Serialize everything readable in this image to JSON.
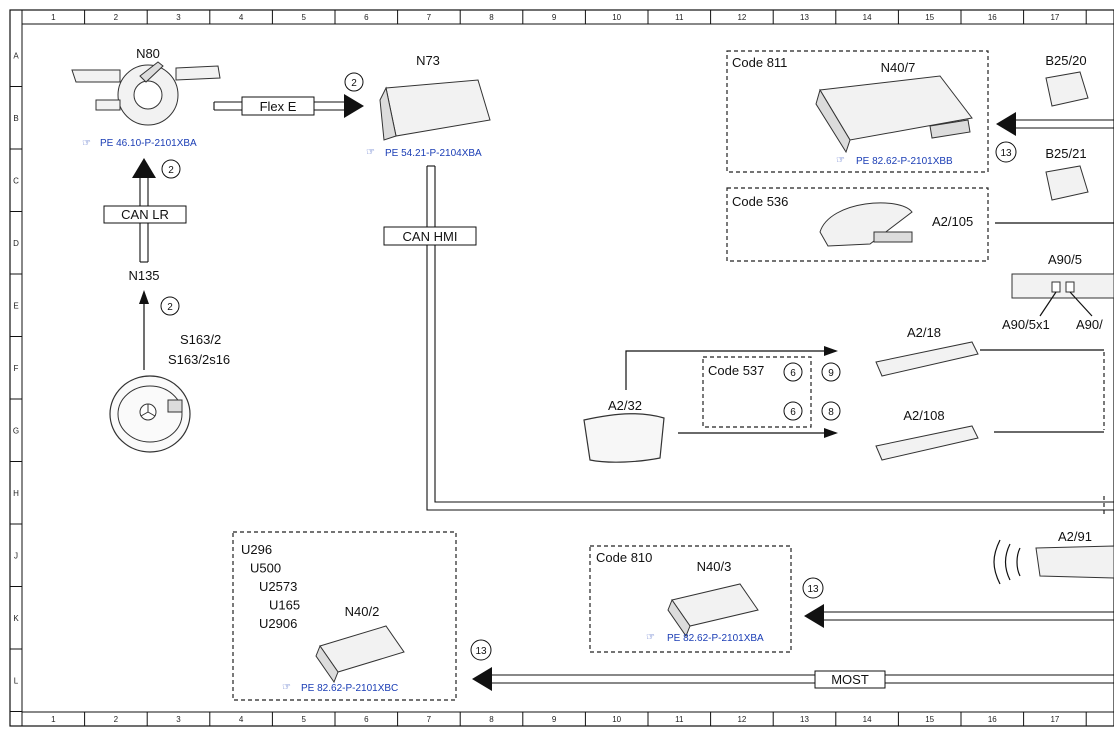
{
  "grid": {
    "columns": [
      "1",
      "2",
      "3",
      "4",
      "5",
      "6",
      "7",
      "8",
      "9",
      "10",
      "11",
      "12",
      "13",
      "14",
      "15",
      "16",
      "17"
    ],
    "rows": [
      "A",
      "B",
      "C",
      "D",
      "E",
      "F",
      "G",
      "H",
      "J",
      "K",
      "L"
    ]
  },
  "components": {
    "n80": "N80",
    "n73": "N73",
    "n135": "N135",
    "s163_2": "S163/2",
    "s163_2s16": "S163/2s16",
    "n40_7": "N40/7",
    "b25_20": "B25/20",
    "b25_21": "B25/21",
    "a2_105": "A2/105",
    "a90_5": "A90/5",
    "a90_5x1": "A90/5x1",
    "a90_5x2": "A90/",
    "a2_18": "A2/18",
    "a2_108": "A2/108",
    "a2_32": "A2/32",
    "a2_91": "A2/91",
    "n40_3": "N40/3",
    "n40_2": "N40/2"
  },
  "codes": {
    "c811": "Code 811",
    "c536": "Code 536",
    "c537": "Code 537",
    "c810": "Code 810"
  },
  "buses": {
    "flex_e": "Flex E",
    "can_lr": "CAN LR",
    "can_hmi": "CAN HMI",
    "most": "MOST"
  },
  "references": {
    "n80_ref": "PE 46.10-P-2101XBA",
    "n73_ref": "PE 54.21-P-2104XBA",
    "n40_7_ref": "PE 82.62-P-2101XBB",
    "n40_3_ref": "PE 82.62-P-2101XBA",
    "n40_2_ref": "PE 82.62-P-2101XBC"
  },
  "u_codes": [
    "U296",
    "U500",
    "U2573",
    "U165",
    "U2906"
  ],
  "markers": {
    "m_flex": "2",
    "m_canlr": "2",
    "m_n135": "2",
    "m_n40_7": "13",
    "m_537a": "6",
    "m_537b": "9",
    "m_537c": "6",
    "m_537d": "8",
    "m_n40_3": "13",
    "m_n40_2": "13"
  },
  "colors": {
    "reference_text": "#1a3db5",
    "line": "#111111"
  },
  "icons": {
    "reference": "pointing-hand-icon"
  }
}
